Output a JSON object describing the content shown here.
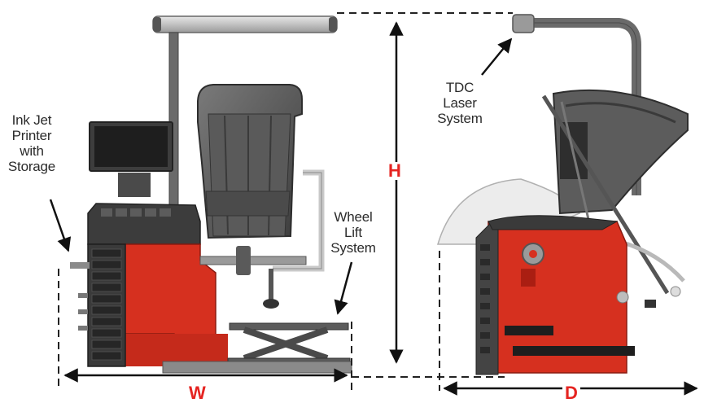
{
  "callouts": {
    "printer": "Ink Jet\nPrinter\nwith\nStorage",
    "laser": "TDC\nLaser\nSystem",
    "lift": "Wheel\nLift\nSystem"
  },
  "dimensions": {
    "height": "H",
    "width": "W",
    "depth": "D"
  },
  "colors": {
    "body_red": "#d6301f",
    "dark_grey": "#4a4a4a",
    "mid_grey": "#6b6b6b",
    "light_grey": "#b8b8b8",
    "dimension_text": "#e52421"
  }
}
